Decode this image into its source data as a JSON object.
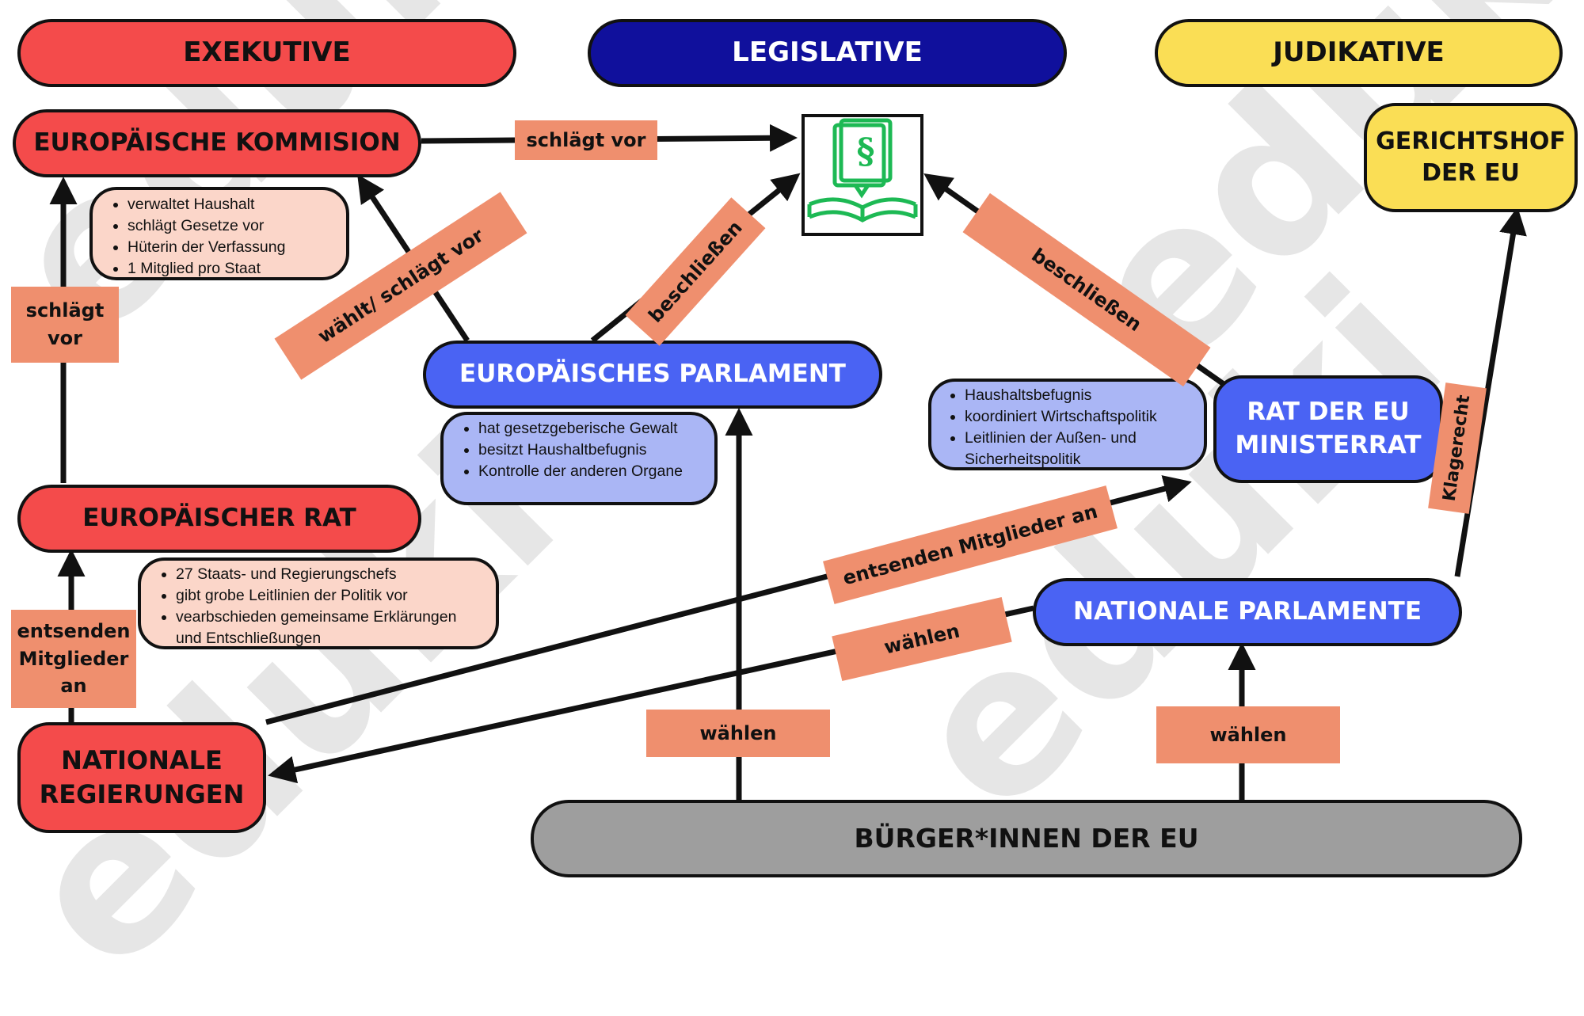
{
  "branches": {
    "exekutive": "EXEKUTIVE",
    "legislative": "LEGISLATIVE",
    "judikative": "JUDIKATIVE"
  },
  "nodes": {
    "kommission": "EUROPÄISCHE KOMMISION",
    "parlament": "EUROPÄISCHES PARLAMENT",
    "europ_rat": "EUROPÄISCHER RAT",
    "rat_eu_line1": "RAT DER EU",
    "rat_eu_line2": "MINISTERRAT",
    "gerichtshof_line1": "GERICHTSHOF",
    "gerichtshof_line2": "DER EU",
    "nat_parlamente": "NATIONALE PARLAMENTE",
    "nat_regierungen_line1": "NATIONALE",
    "nat_regierungen_line2": "REGIERUNGEN",
    "buerger": "BÜRGER*INNEN DER EU"
  },
  "notes": {
    "kommission": [
      "verwaltet Haushalt",
      "schlägt Gesetze vor",
      "Hüterin der Verfassung",
      "1 Mitglied pro Staat"
    ],
    "parlament": [
      "hat gesetzgeberische Gewalt",
      "besitzt Haushaltbefugnis",
      "Kontrolle der anderen Organe"
    ],
    "rat_eu": [
      "Haushaltsbefugnis",
      "koordiniert Wirtschaftspolitik",
      "Leitlinien der Außen- und Sicherheitspolitik"
    ],
    "europ_rat": [
      "27 Staats- und Regierungschefs",
      "gibt grobe Leitlinien der Politik vor",
      "vearbschieden gemeinsame Erklärungen und Entschließungen"
    ]
  },
  "labels": {
    "schlaegt_vor_top": "schlägt vor",
    "waehlt_schlaegt_vor": "wählt/ schlägt vor",
    "beschliessen_left": "beschließen",
    "beschliessen_right": "beschließen",
    "schlaegt_vor_left_line1": "schlägt",
    "schlaegt_vor_left_line2": "vor",
    "entsenden_left_line1": "entsenden",
    "entsenden_left_line2": "Mitglieder",
    "entsenden_left_line3": "an",
    "entsenden_middle": "entsenden Mitglieder an",
    "waehlen_middle": "wählen",
    "waehlen_center": "wählen",
    "waehlen_right": "wählen",
    "klagerecht_partial": "Klagerecht"
  },
  "watermark": "eduki",
  "icons": {
    "law": "law-book-paragraph-icon"
  },
  "colors": {
    "red": "#f44b4b",
    "blue": "#4a63f3",
    "navy": "#10109c",
    "yellow": "#fade55",
    "grey": "#9e9e9e",
    "label": "#ef8f6e",
    "law_icon": "#1db954"
  }
}
